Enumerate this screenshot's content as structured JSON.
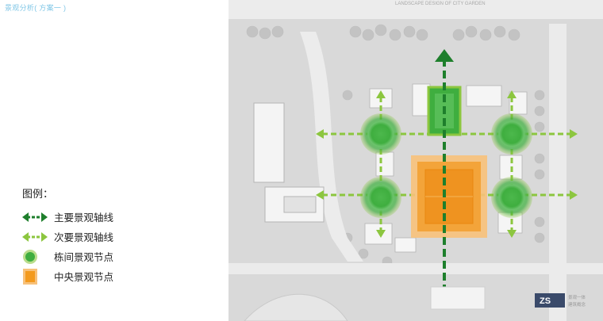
{
  "page": {
    "title": "景观分析( 方案一 )"
  },
  "plan": {
    "header_text": "LANDSCAPE DESIGN OF CITY GARDEN",
    "footer_logo_text": "ZS",
    "footer_caption_line1": "景观一体",
    "footer_caption_line2": "建筑概念"
  },
  "legend": {
    "title": "图例：",
    "items": [
      {
        "label": "主要景观轴线",
        "icon": "primary-axis-arrow-icon",
        "color": "#1e7f2c"
      },
      {
        "label": "次要景观轴线",
        "icon": "secondary-axis-arrow-icon",
        "color": "#8cc63f"
      },
      {
        "label": "栋间景观节点",
        "icon": "green-node-icon",
        "color": "#3fae3f"
      },
      {
        "label": "中央景观节点",
        "icon": "orange-node-icon",
        "color": "#f39a1e"
      }
    ]
  },
  "colors": {
    "primary_axis": "#1e7f2c",
    "secondary_axis": "#8cc63f",
    "building_node": "#3fae3f",
    "central_node": "#f39a1e",
    "site_base": "#dcdcdc"
  }
}
